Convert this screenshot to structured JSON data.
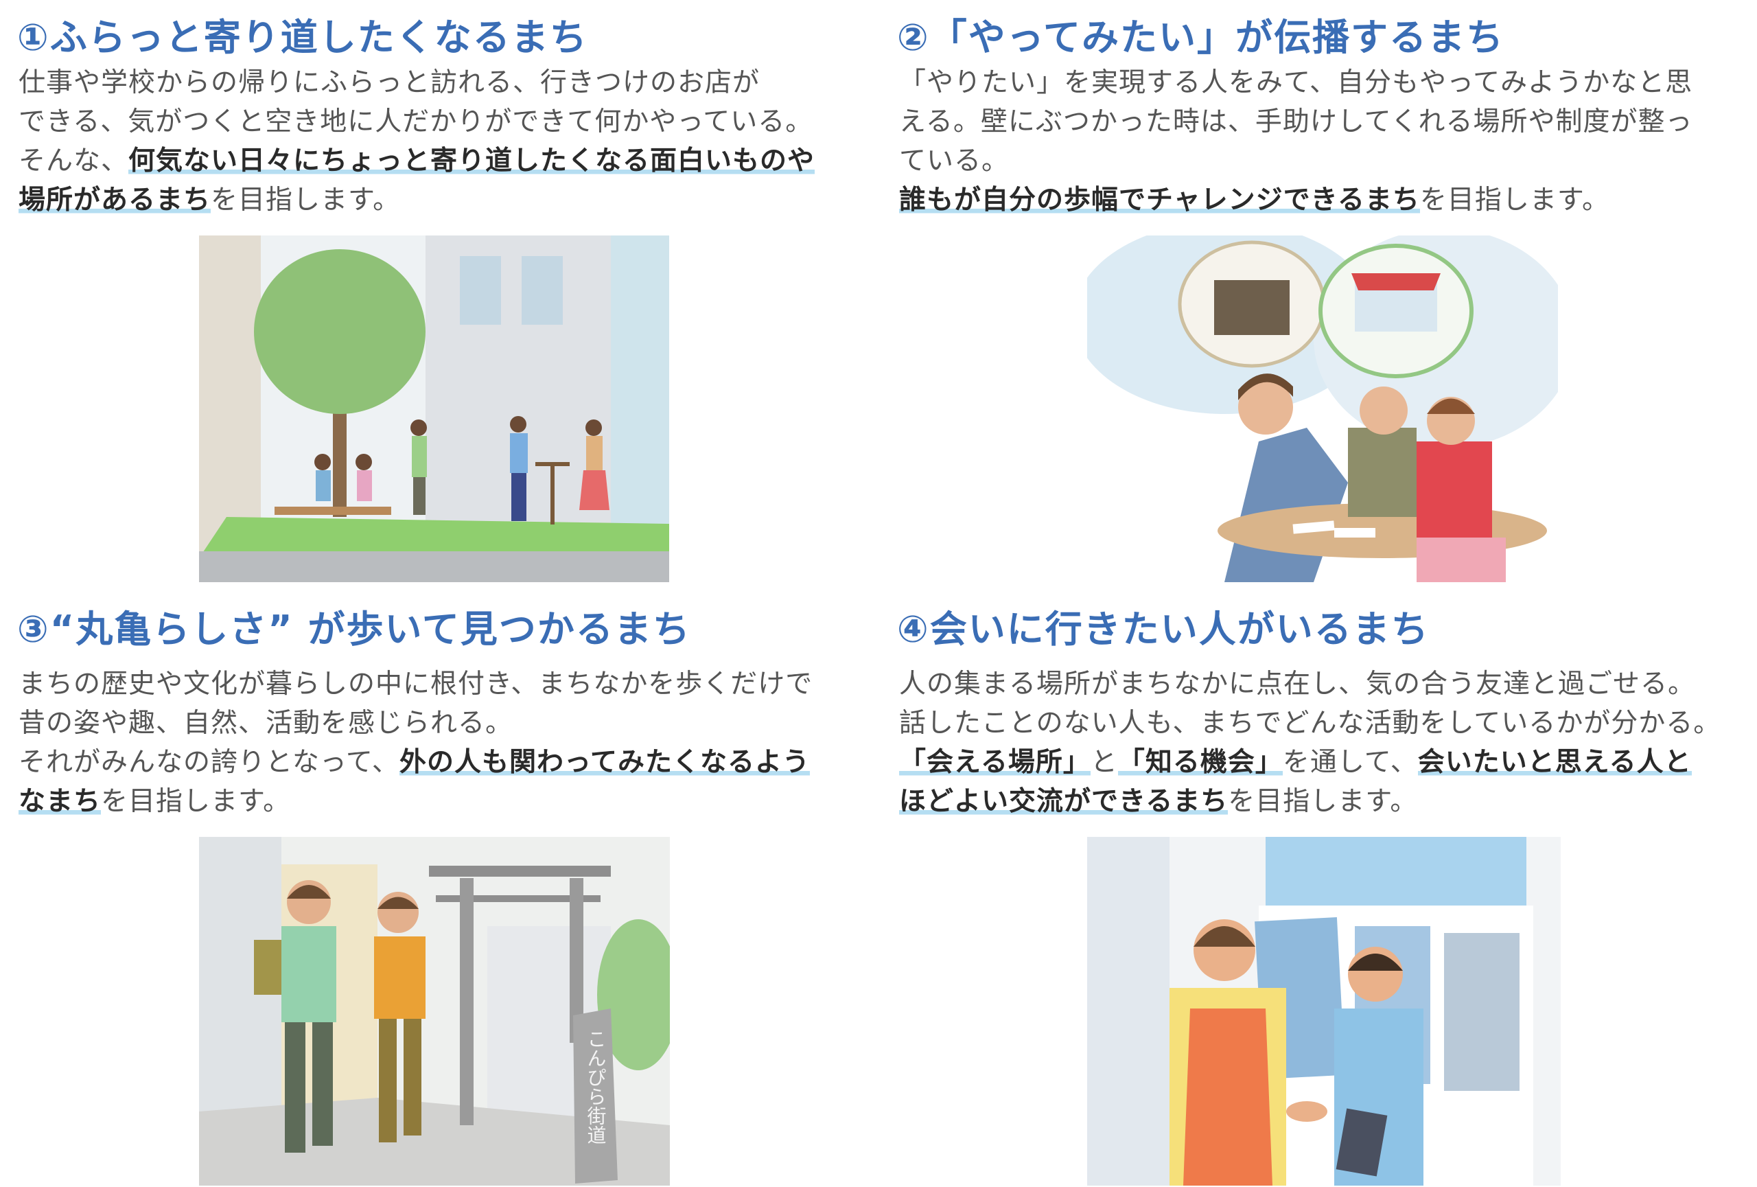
{
  "sections": [
    {
      "title": "①ふらっと寄り道したくなるまち",
      "lines": [
        [
          {
            "text": "仕事や学校からの帰りにふらっと訪れる、行きつけのお店が",
            "bold": false
          }
        ],
        [
          {
            "text": "できる、気がつくと空き地に人だかりができて何かやっている。",
            "bold": false
          }
        ],
        [
          {
            "text": "そんな、",
            "bold": false
          },
          {
            "text": "何気ない日々にちょっと寄り道したくなる面白いものや",
            "bold": true
          }
        ],
        [
          {
            "text": "場所があるまち",
            "bold": true
          },
          {
            "text": "を目指します。",
            "bold": false
          }
        ]
      ],
      "illustration": "people-relaxing-in-pocket-park"
    },
    {
      "title": "②「やってみたい」が伝播するまち",
      "lines": [
        [
          {
            "text": "「やりたい」を実現する人をみて、自分もやってみようかなと思",
            "bold": false
          }
        ],
        [
          {
            "text": "える。壁にぶつかった時は、手助けしてくれる場所や制度が整っ",
            "bold": false
          }
        ],
        [
          {
            "text": "ている。",
            "bold": false
          }
        ],
        [
          {
            "text": "誰もが自分の歩幅でチャレンジできるまち",
            "bold": true
          },
          {
            "text": "を目指します。",
            "bold": false
          }
        ]
      ],
      "illustration": "people-discussing-shop-ideas"
    },
    {
      "title": "③“丸亀らしさ” が歩いて見つかるまち",
      "lines": [
        [
          {
            "text": "まちの歴史や文化が暮らしの中に根付き、まちなかを歩くだけで",
            "bold": false
          }
        ],
        [
          {
            "text": "昔の姿や趣、自然、活動を感じられる。",
            "bold": false
          }
        ],
        [
          {
            "text": "それがみんなの誇りとなって、",
            "bold": false
          },
          {
            "text": "外の人も関わってみたくなるよう",
            "bold": true
          }
        ],
        [
          {
            "text": "なまち",
            "bold": true
          },
          {
            "text": "を目指します。",
            "bold": false
          }
        ]
      ],
      "illustration": "people-walking-by-torii-gate",
      "pillar_text": "こんぴら街道"
    },
    {
      "title": "④会いに行きたい人がいるまち",
      "lines": [
        [
          {
            "text": "人の集まる場所がまちなかに点在し、気の合う友達と過ごせる。",
            "bold": false
          }
        ],
        [
          {
            "text": "話したことのない人も、まちでどんな活動をしているかが分かる。",
            "bold": false
          }
        ],
        [
          {
            "text": "「会える場所」",
            "bold": true
          },
          {
            "text": "と",
            "bold": false
          },
          {
            "text": "「知る機会」",
            "bold": true
          },
          {
            "text": "を通して、",
            "bold": false
          },
          {
            "text": "会いたいと思える人と",
            "bold": true
          }
        ],
        [
          {
            "text": "ほどよい交流ができるまち",
            "bold": true
          },
          {
            "text": "を目指します。",
            "bold": false
          }
        ]
      ],
      "illustration": "people-shaking-hands-at-shop"
    }
  ],
  "colors": {
    "title": "#3a6db5",
    "highlight": "#b5def2",
    "body": "#555555"
  }
}
